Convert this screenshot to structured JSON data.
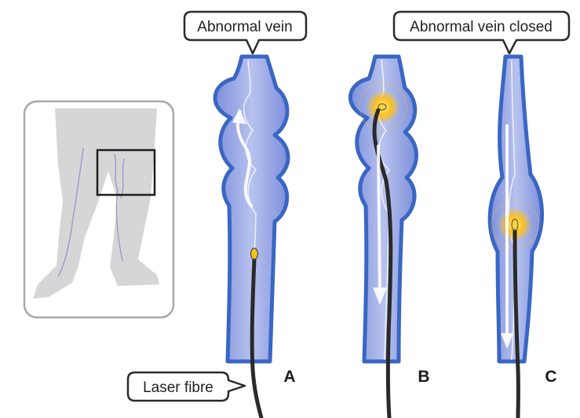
{
  "callouts": {
    "abnormal_vein": "Abnormal vein",
    "abnormal_vein_closed": "Abnormal vein closed",
    "laser_fibre": "Laser fibre"
  },
  "panels": [
    {
      "letter": "A"
    },
    {
      "letter": "B"
    },
    {
      "letter": "C"
    }
  ],
  "colors": {
    "vein_wall": "#3a66c4",
    "vein_fill": "#8e9ee0",
    "laser_glow": "#ffc21a",
    "fibre": "#2a2a2a",
    "inset_border": "#a8a8a8"
  }
}
